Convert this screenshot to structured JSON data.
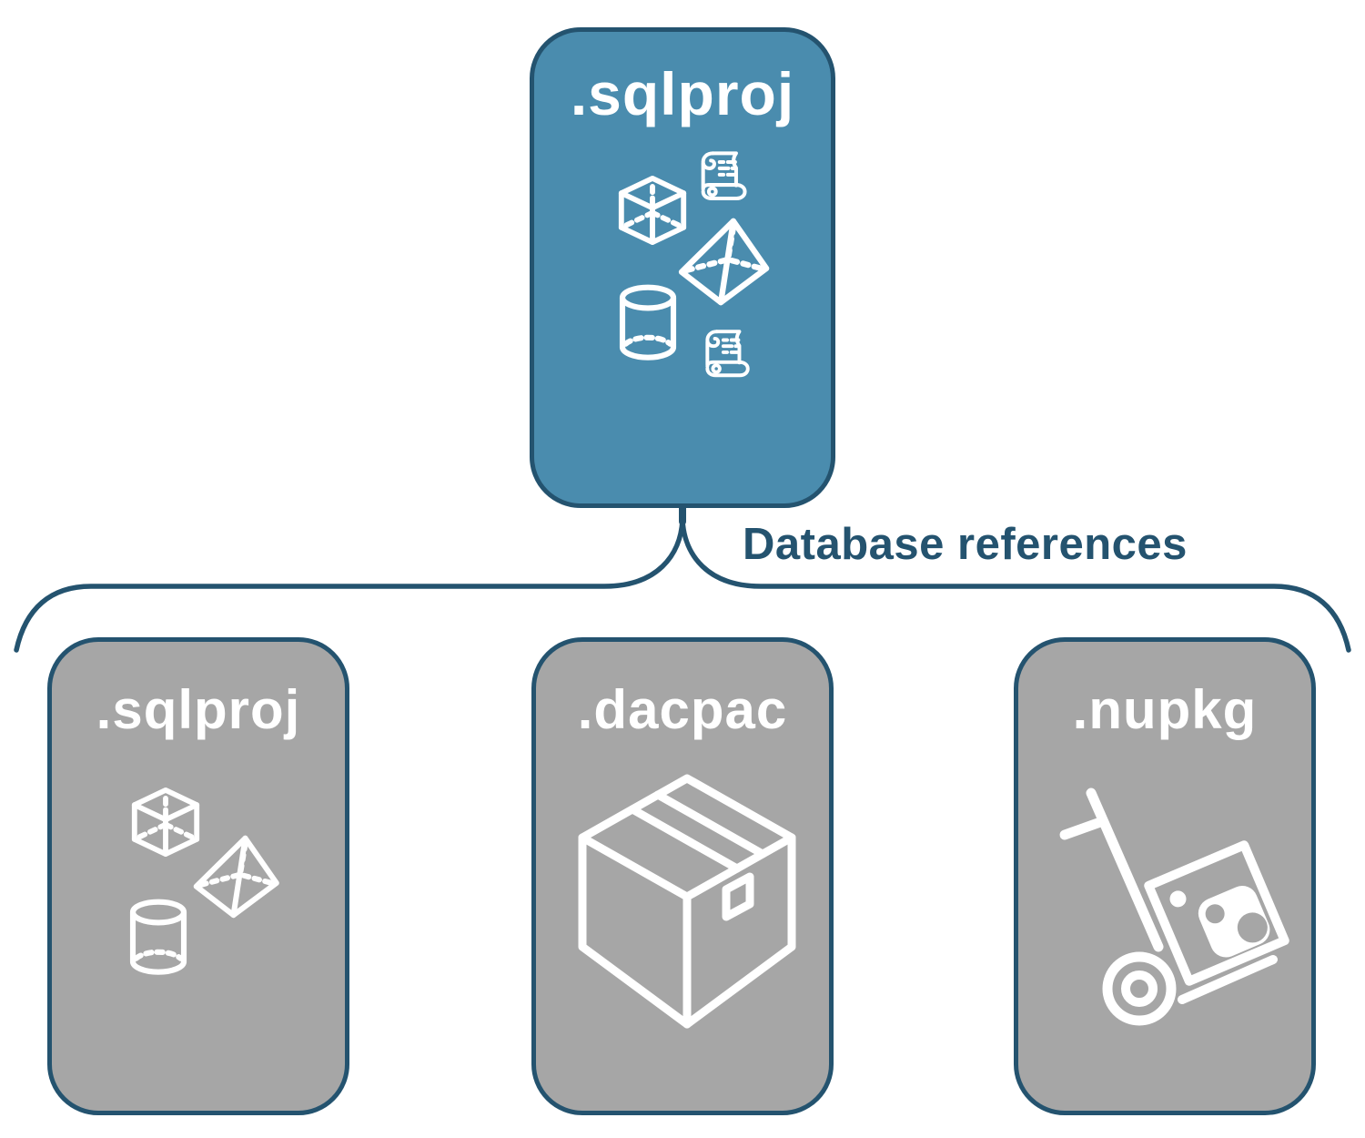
{
  "colors": {
    "page_bg": "#ffffff",
    "root_fill": "#4a8cae",
    "child_fill": "#a6a6a6",
    "border": "#24536f",
    "label_text": "#24536f",
    "title_text": "#ffffff",
    "icon_stroke": "#ffffff"
  },
  "root_box": {
    "title": ".sqlproj",
    "icons": [
      "scroll-icon",
      "cube-icon",
      "pyramid-icon",
      "cylinder-icon",
      "scroll-icon"
    ]
  },
  "connector": {
    "label": "Database references"
  },
  "child_boxes": [
    {
      "title": ".sqlproj",
      "icons": [
        "cube-icon",
        "pyramid-icon",
        "cylinder-icon"
      ]
    },
    {
      "title": ".dacpac",
      "icons": [
        "package-icon"
      ]
    },
    {
      "title": ".nupkg",
      "icons": [
        "hand-truck-icon"
      ]
    }
  ]
}
